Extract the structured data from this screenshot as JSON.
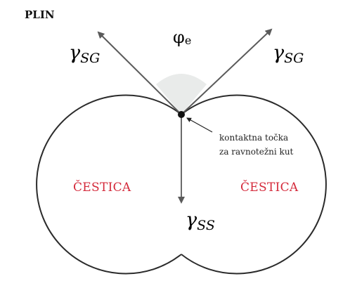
{
  "labels": {
    "gas": "PLIN",
    "angle_symbol": "φ",
    "angle_subscript": "e",
    "gamma": "γ",
    "sg_subscript": "SG",
    "ss_subscript": "SS",
    "contact_line1": "kontaktna točka",
    "contact_line2": "za ravnotežni kut",
    "particle_left": "ČESTICA",
    "particle_right": "ČESTICA"
  },
  "colors": {
    "particle_text": "#d4293a",
    "lines": "#555555",
    "outline": "#2b2b2b",
    "contact_point": "#111111",
    "angle_shade": "#e9ebea"
  }
}
